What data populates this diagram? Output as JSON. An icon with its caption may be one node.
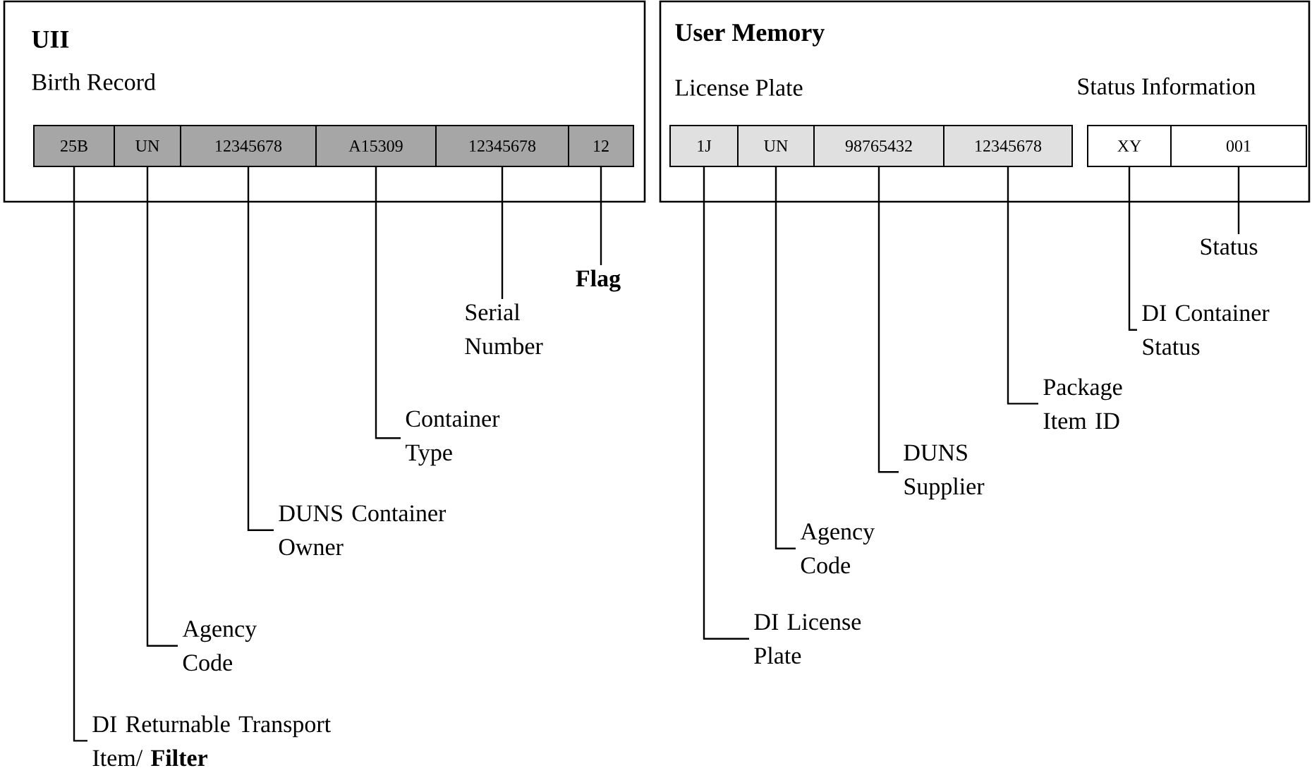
{
  "diagram": {
    "nodes": [
      {
        "text": [
          "UII",
          "Birth Record"
        ]
      },
      {
        "text": [
          "25B"
        ],
        "in": 0
      },
      {
        "text": [
          "UN"
        ],
        "in": 0
      },
      {
        "text": [
          "12345678"
        ],
        "in": 0
      },
      {
        "text": [
          "A15309"
        ],
        "in": 0
      },
      {
        "text": [
          "12345678"
        ],
        "in": 0
      },
      {
        "text": [
          "12"
        ],
        "in": 0
      },
      {
        "text": [
          "User Memory",
          "License Plate",
          "Status Information"
        ]
      },
      {
        "text": [
          "1J"
        ],
        "in": 7
      },
      {
        "text": [
          "UN"
        ],
        "in": 7
      },
      {
        "text": [
          "98765432"
        ],
        "in": 7
      },
      {
        "text": [
          "12345678"
        ],
        "in": 7
      },
      {
        "text": [
          "XY"
        ],
        "in": 7
      },
      {
        "text": [
          "001"
        ],
        "in": 7
      },
      {
        "text": [
          "DI Returnable Transport Item/ **Filter**"
        ]
      },
      {
        "text": [
          "Agency Code"
        ]
      },
      {
        "text": [
          "DUNS Container Owner"
        ]
      },
      {
        "text": [
          "Container Type"
        ]
      },
      {
        "text": [
          "Serial Number"
        ]
      },
      {
        "text": [
          "Flag"
        ]
      },
      {
        "text": [
          "DI License Plate"
        ]
      },
      {
        "text": [
          "Agency Code"
        ]
      },
      {
        "text": [
          "DUNS Supplier"
        ]
      },
      {
        "text": [
          "Package Item ID"
        ]
      },
      {
        "text": [
          "DI Container Status"
        ]
      },
      {
        "text": [
          "Status"
        ]
      }
    ],
    "edges": [
      {
        "from": 14,
        "to": 1,
        "arrow": "none"
      },
      {
        "from": 15,
        "to": 2,
        "arrow": "none"
      },
      {
        "from": 16,
        "to": 3,
        "arrow": "none"
      },
      {
        "from": 17,
        "to": 4,
        "arrow": "none"
      },
      {
        "from": 18,
        "to": 5,
        "arrow": "none"
      },
      {
        "from": 19,
        "to": 6,
        "arrow": "none"
      },
      {
        "from": 20,
        "to": 8,
        "arrow": "none"
      },
      {
        "from": 21,
        "to": 9,
        "arrow": "none"
      },
      {
        "from": 22,
        "to": 10,
        "arrow": "none"
      },
      {
        "from": 23,
        "to": 11,
        "arrow": "none"
      },
      {
        "from": 24,
        "to": 12,
        "arrow": "none"
      },
      {
        "from": 25,
        "to": 13,
        "arrow": "none"
      }
    ]
  }
}
